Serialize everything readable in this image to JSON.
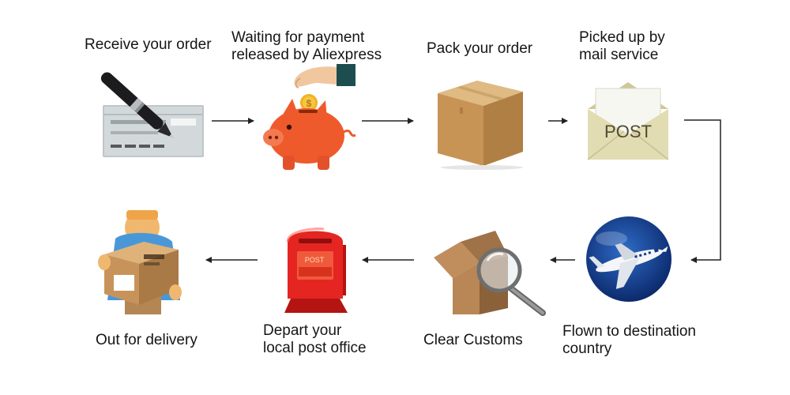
{
  "steps": [
    {
      "id": "receive",
      "lines": [
        "Receive your order"
      ],
      "icon": "check-signing-icon"
    },
    {
      "id": "payment",
      "lines": [
        "Waiting for payment",
        "released by Aliexpress"
      ],
      "icon": "piggy-bank-icon"
    },
    {
      "id": "pack",
      "lines": [
        "Pack your order"
      ],
      "icon": "cardboard-box-icon"
    },
    {
      "id": "pickup",
      "lines": [
        "Picked up by",
        "mail service"
      ],
      "icon": "post-envelope-icon"
    },
    {
      "id": "flown",
      "lines": [
        "Flown to destination",
        "country"
      ],
      "icon": "airplane-globe-icon"
    },
    {
      "id": "customs",
      "lines": [
        "Clear Customs"
      ],
      "icon": "magnifier-box-icon"
    },
    {
      "id": "depart",
      "lines": [
        "Depart your",
        "local post office"
      ],
      "icon": "mailbox-icon"
    },
    {
      "id": "delivery",
      "lines": [
        "Out for delivery"
      ],
      "icon": "courier-icon"
    }
  ],
  "envelope_text": "POST",
  "mailbox_text": "POST",
  "colors": {
    "arrow": "#222222",
    "pig": "#ee5a2c",
    "box": "#c99a5b",
    "envelope": "#dcd6ac",
    "mailbox": "#e52521",
    "plane_circle": "#123a8c"
  }
}
